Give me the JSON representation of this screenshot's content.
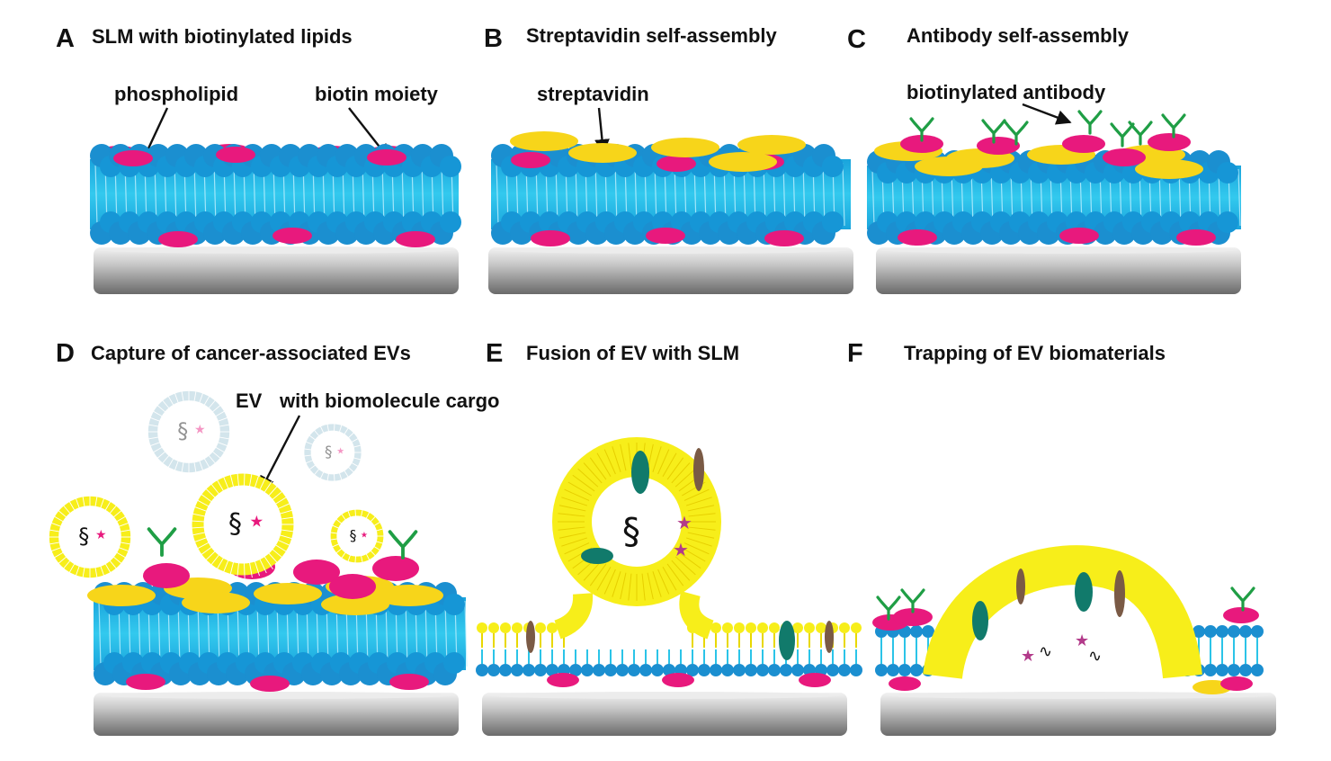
{
  "panels": [
    {
      "letter": "A",
      "title": "SLM with biotinylated lipids"
    },
    {
      "letter": "B",
      "title": "Streptavidin self-assembly"
    },
    {
      "letter": "C",
      "title": "Antibody self-assembly"
    },
    {
      "letter": "D",
      "title": "Capture of cancer-associated EVs"
    },
    {
      "letter": "E",
      "title": "Fusion of EV with SLM"
    },
    {
      "letter": "F",
      "title": "Trapping of EV biomaterials"
    }
  ],
  "callouts": {
    "phospholipid": "phospholipid",
    "biotin": "biotin moiety",
    "streptavidin": "streptavidin",
    "antibody": "biotinylated antibody",
    "ev": "EV",
    "cargo": "with biomolecule cargo"
  },
  "colors": {
    "lipid_head": "#1b8fd0",
    "lipid_tail": "#2bc4e8",
    "biotin": "#e8197d",
    "streptavidin": "#f7d51a",
    "antibody": "#1f9e45",
    "ev_membrane": "#f7ee1a",
    "protein_teal": "#117a6b",
    "protein_brown": "#7a5a45",
    "substrate": "#a8a8a8"
  }
}
